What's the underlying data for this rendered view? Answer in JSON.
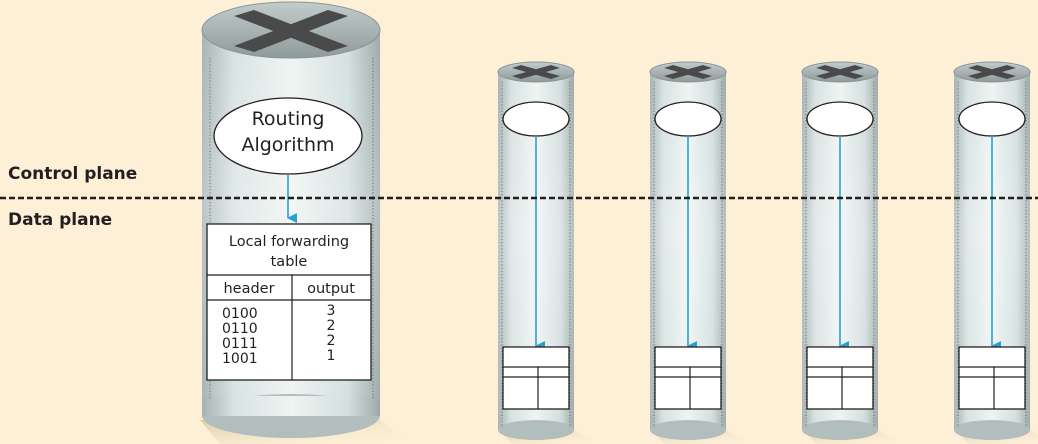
{
  "planes": {
    "control": "Control plane",
    "data": "Data plane"
  },
  "routing_algorithm": {
    "line1": "Routing",
    "line2": "Algorithm"
  },
  "forwarding_table": {
    "title_line1": "Local forwarding",
    "title_line2": "table",
    "col_header": "header",
    "col_output": "output",
    "rows": [
      {
        "header": "0100",
        "output": "3"
      },
      {
        "header": "0110",
        "output": "2"
      },
      {
        "header": "0111",
        "output": "2"
      },
      {
        "header": "1001",
        "output": "1"
      }
    ]
  },
  "colors": {
    "background": "#fdf0d6",
    "arrow": "#2aa0d0",
    "cylinder_body": "#c8d6d6",
    "cylinder_top": "#a9b3b4",
    "router_x": "#4a4a4a",
    "dashed_line": "#231f20"
  },
  "icons": {
    "router": "router-x-icon"
  },
  "small_routers_count": 4
}
